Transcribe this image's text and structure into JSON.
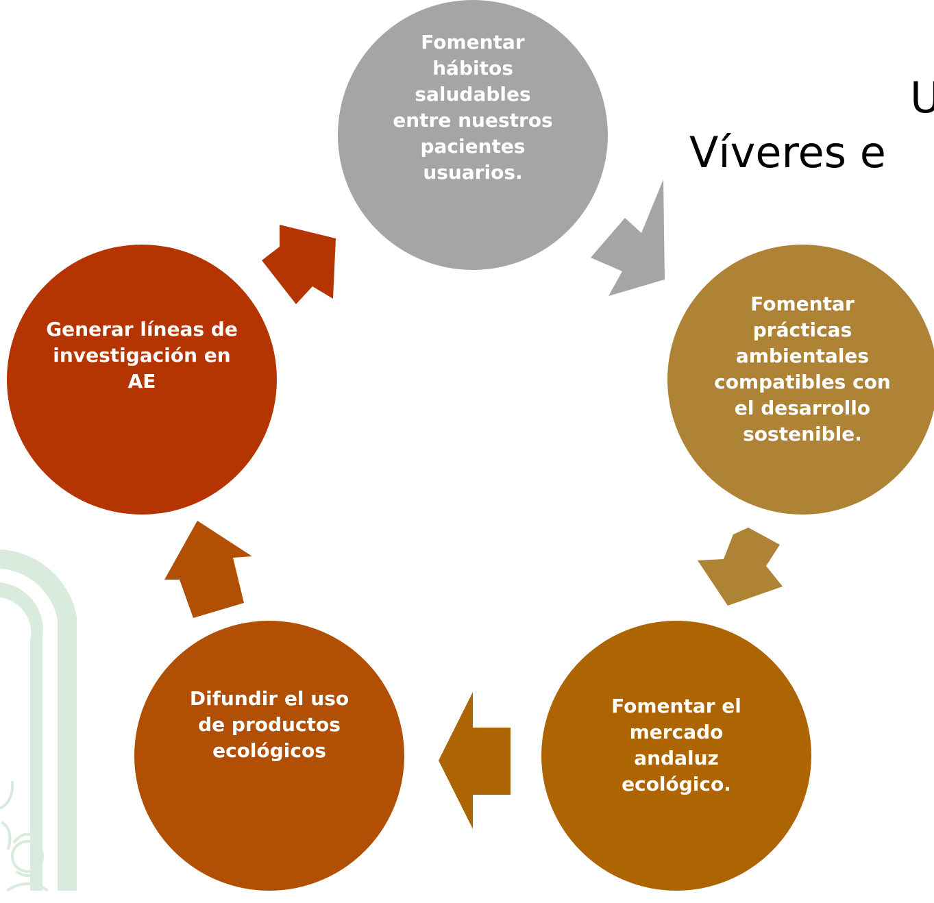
{
  "title": {
    "line1": "U",
    "line2": "Víveres e"
  },
  "nodes": [
    {
      "label": "Fomentar hábitos saludables entre nuestros pacientes usuarios.",
      "color": "#a5a5a5"
    },
    {
      "label": "Fomentar prácticas ambientales compatibles con el desarrollo sostenible.",
      "color": "#af8335"
    },
    {
      "label": "Fomentar el mercado andaluz ecológico.",
      "color": "#ad6403"
    },
    {
      "label": "Difundir el uso de productos ecológicos",
      "color": "#b14f04"
    },
    {
      "label": "Generar líneas de investigación en AE",
      "color": "#b53502"
    }
  ],
  "arrow_colors": [
    "#a5a5a5",
    "#af8335",
    "#ad6403",
    "#b14f04",
    "#b53502"
  ],
  "logo": {
    "color": "#d9ebdd",
    "icon": "lion-arch-logo"
  }
}
